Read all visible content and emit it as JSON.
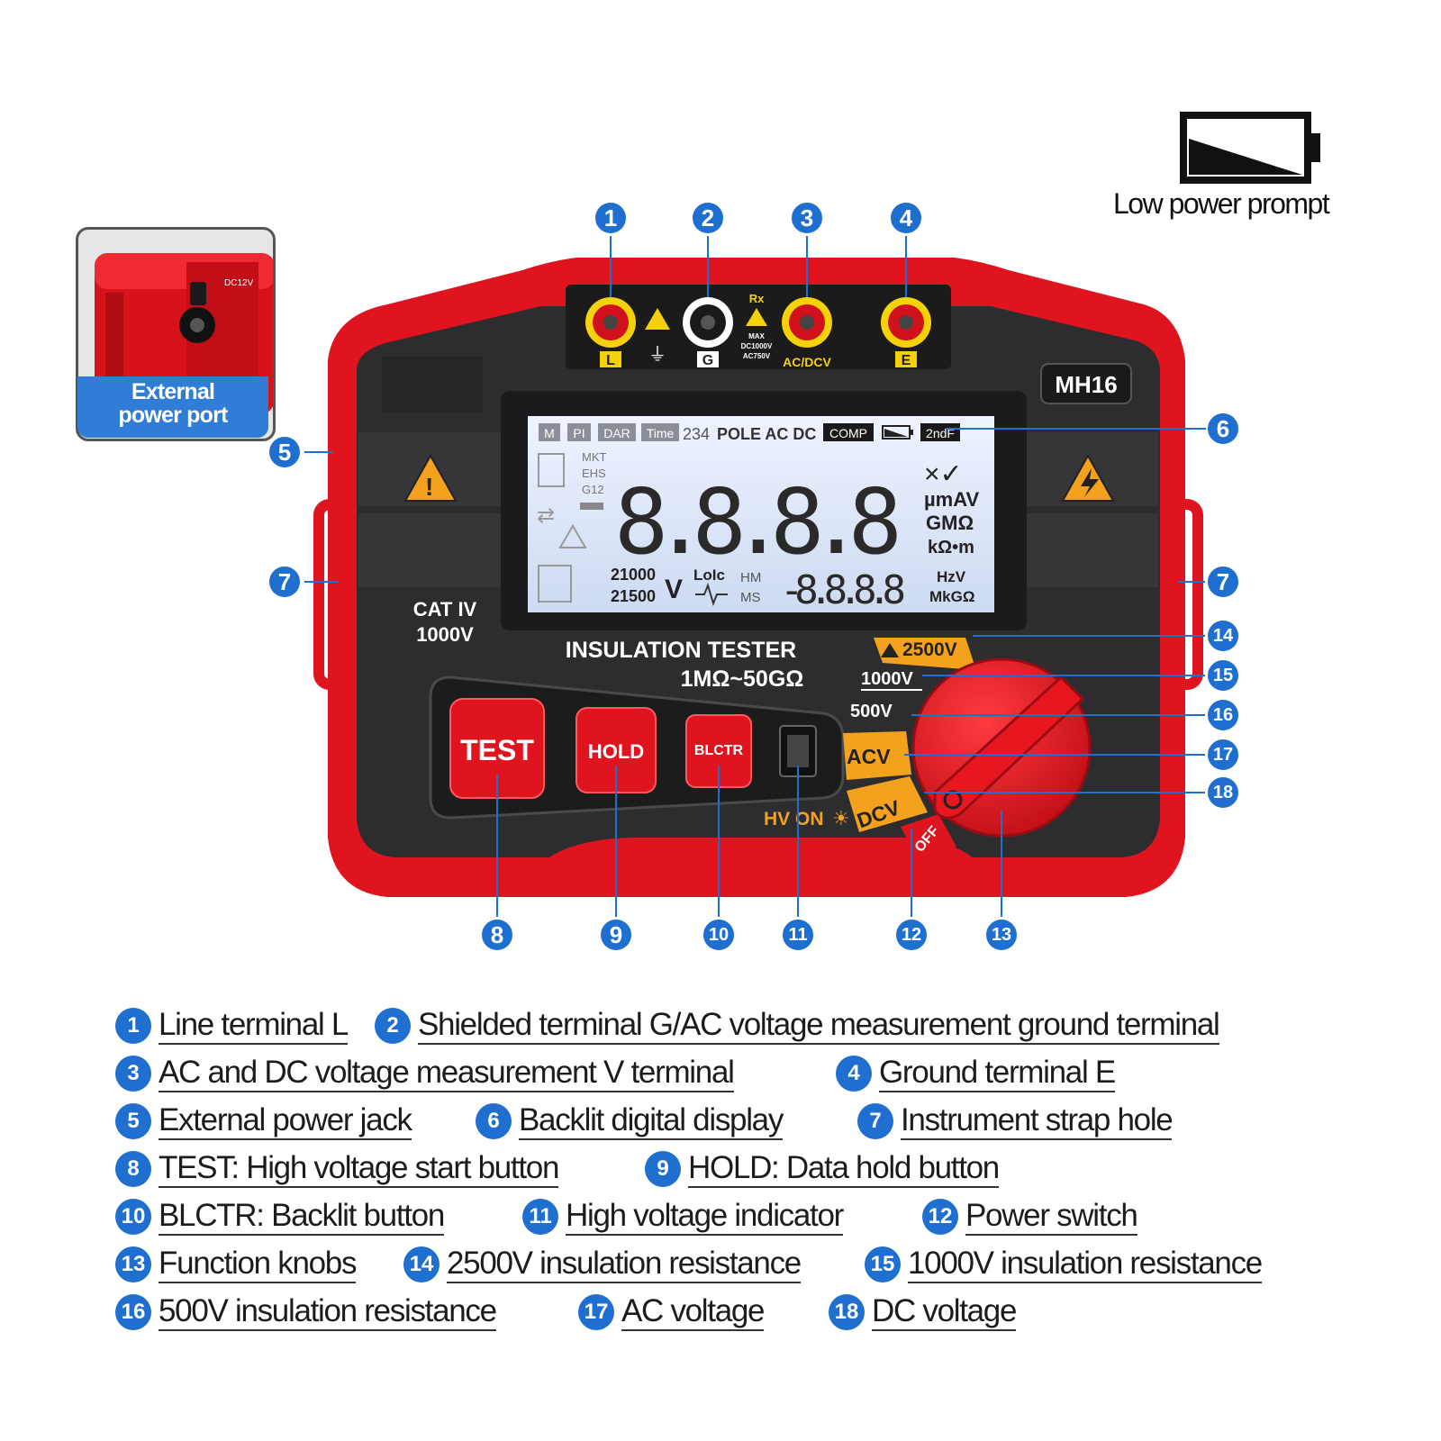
{
  "low_power": {
    "label": "Low power prompt",
    "icon": "battery-low-icon"
  },
  "inset": {
    "label_line1": "External",
    "label_line2": "power port",
    "jack_label": "DC12V"
  },
  "device": {
    "model": "MH16",
    "title": "INSULATION TESTER",
    "range": "1MΩ~50GΩ",
    "cat_line1": "CAT IV",
    "cat_line2": "1000V",
    "terminals": {
      "l": "L",
      "g": "G",
      "acdc": "AC/DCV",
      "e": "E",
      "rx": "Rx",
      "max": "MAX",
      "dc": "DC1000V",
      "ac": "AC750V"
    },
    "buttons": {
      "test": "TEST",
      "hold": "HOLD",
      "blctr": "BLCTR"
    },
    "hv_on": "HV ON",
    "dial": {
      "v2500": "2500V",
      "v1000": "1000V",
      "v500": "500V",
      "acv": "ACV",
      "dcv": "DCV",
      "off": "OFF"
    },
    "lcd": {
      "tags": [
        "M",
        "PI",
        "DAR",
        "Time"
      ],
      "top_text1": "234",
      "top_text2": "POLE AC DC",
      "comp": "COMP",
      "ndf": "2ndF",
      "mkt": "MKT",
      "ehs": "EHS",
      "g12": "G12",
      "main_digits": "8.8.8.8",
      "cross_check": "×✓",
      "u1": "µmAV",
      "u2": "GMΩ",
      "u3": "kΩ•m",
      "v21000": "21000",
      "v21500": "21500",
      "v_unit": "V",
      "loic": "LoIc",
      "hm": "HM",
      "ms": "MS",
      "sub_digits": "-8.8.8.8",
      "hzv": "HzV",
      "mkg": "MkGΩ"
    }
  },
  "callouts": [
    "1",
    "2",
    "3",
    "4",
    "5",
    "6",
    "7",
    "7",
    "8",
    "9",
    "10",
    "11",
    "12",
    "13",
    "14",
    "15",
    "16",
    "17",
    "18"
  ],
  "legend": [
    {
      "num": "1",
      "text": "Line terminal L"
    },
    {
      "num": "2",
      "text": "Shielded terminal G/AC voltage measurement ground terminal"
    },
    {
      "num": "3",
      "text": "AC and DC voltage measurement V terminal"
    },
    {
      "num": "4",
      "text": "Ground terminal E"
    },
    {
      "num": "5",
      "text": "External power jack"
    },
    {
      "num": "6",
      "text": "Backlit digital display"
    },
    {
      "num": "7",
      "text": "Instrument strap hole"
    },
    {
      "num": "8",
      "text": "TEST: High voltage start button"
    },
    {
      "num": "9",
      "text": "HOLD: Data hold button"
    },
    {
      "num": "10",
      "text": "BLCTR: Backlit button"
    },
    {
      "num": "11",
      "text": "High voltage indicator"
    },
    {
      "num": "12",
      "text": "Power switch"
    },
    {
      "num": "13",
      "text": "Function knobs"
    },
    {
      "num": "14",
      "text": "2500V insulation resistance"
    },
    {
      "num": "15",
      "text": "1000V insulation resistance"
    },
    {
      "num": "16",
      "text": "500V insulation resistance"
    },
    {
      "num": "17",
      "text": "AC voltage"
    },
    {
      "num": "18",
      "text": "DC voltage"
    }
  ],
  "colors": {
    "accent_blue": "#1f6fd1",
    "body_red": "#e0141e",
    "panel_dark": "#2d2d2f",
    "lcd": "#dfe8f8",
    "orange": "#f4a11d"
  }
}
